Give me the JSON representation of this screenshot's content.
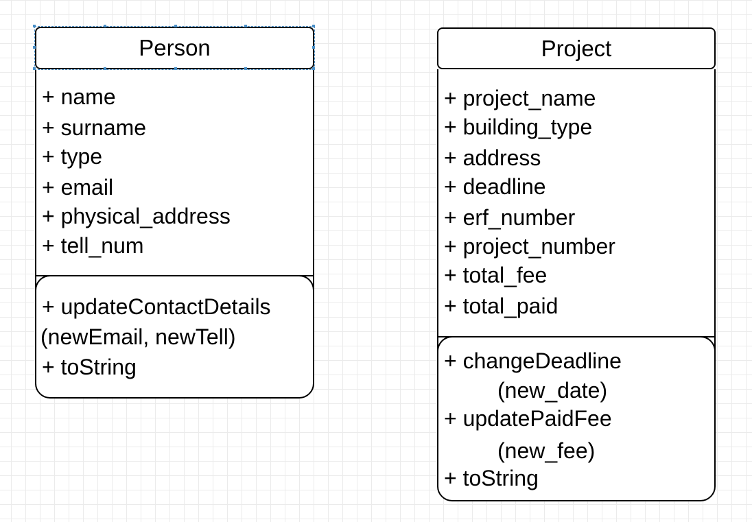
{
  "person": {
    "title": "Person",
    "attributes": [
      "+ name",
      "+ surname",
      "+ type",
      "+ email",
      "+ physical_address",
      "+ tell_num"
    ],
    "methods": [
      "+ updateContactDetails",
      "(newEmail, newTell)",
      "+ toString"
    ]
  },
  "project": {
    "title": "Project",
    "attributes": [
      "+ project_name",
      "+ building_type",
      "+ address",
      "+ deadline",
      "+ erf_number",
      "+ project_number",
      "+ total_fee",
      "+ total_paid"
    ],
    "methods": [
      "+ changeDeadline",
      "(new_date)",
      "+ updatePaidFee",
      "(new_fee)",
      "+ toString"
    ]
  }
}
